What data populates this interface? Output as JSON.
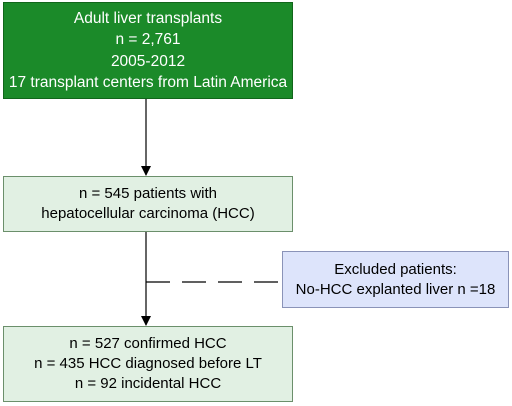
{
  "boxes": {
    "enrollment": {
      "lines": [
        "Adult liver transplants",
        "n = 2,761",
        "2005-2012",
        "17 transplant centers from Latin America"
      ],
      "fill": "#1b8a29",
      "text_color": "#ffffff"
    },
    "hcc_patients": {
      "lines": [
        "n = 545 patients with",
        "hepatocellular carcinoma (HCC)"
      ],
      "fill": "#e1f0e3"
    },
    "excluded": {
      "lines": [
        "Excluded patients:",
        "No-HCC explanted liver n =18"
      ],
      "fill": "#dde4fb"
    },
    "final": {
      "lines": [
        "n = 527 confirmed HCC",
        "n = 435 HCC diagnosed before LT",
        "n = 92 incidental HCC"
      ],
      "fill": "#e1f0e3"
    }
  }
}
